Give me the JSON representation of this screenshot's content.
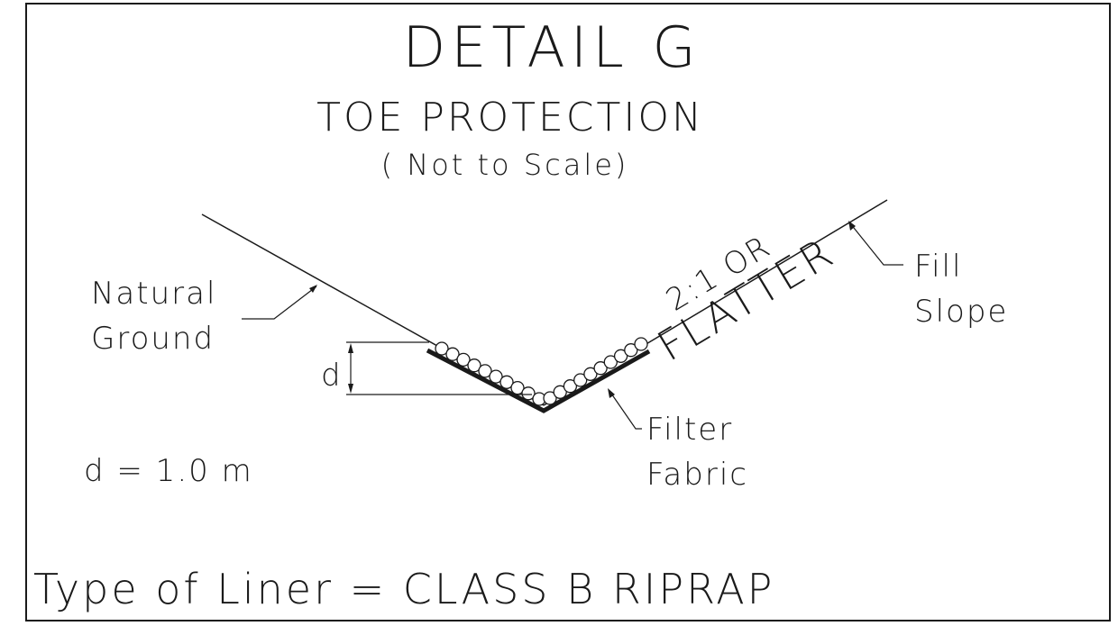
{
  "detail": {
    "title": "DETAIL  G",
    "subtitle": "TOE PROTECTION",
    "scale_note": "( Not  to  Scale)"
  },
  "labels": {
    "natural_ground_line1": "Natural",
    "natural_ground_line2": "Ground",
    "fill_slope_line1": "Fill",
    "fill_slope_line2": "Slope",
    "filter_fabric_line1": "Filter",
    "filter_fabric_line2": "Fabric",
    "slope_ratio": "2:1 OR",
    "slope_flatter": "FLATTER",
    "depth_symbol": "d"
  },
  "notes": {
    "depth_value": "d  =  1.0   m",
    "liner_type": "Type  of  Liner  = CLASS  B  RIPRAP"
  },
  "colors": {
    "ink": "#1a1a1a",
    "paper": "#ffffff"
  }
}
